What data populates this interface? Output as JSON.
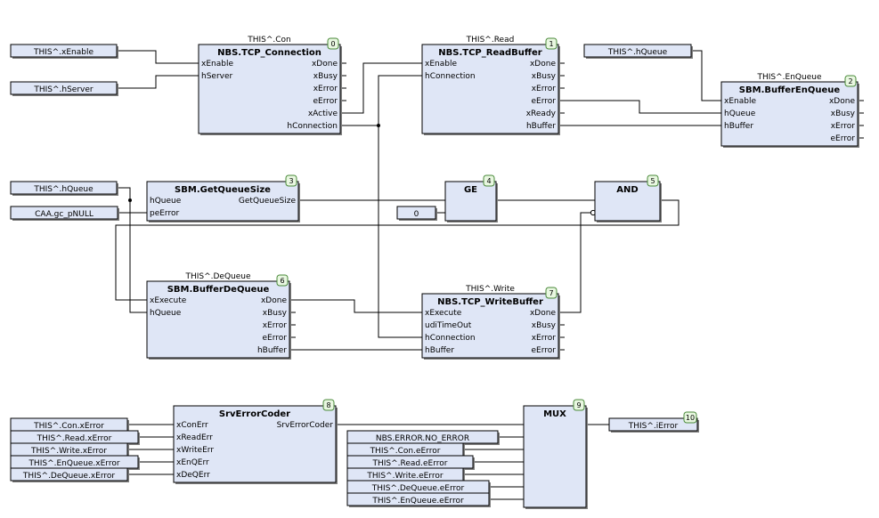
{
  "blocks": {
    "b0": {
      "instance": "THIS^.Con",
      "type": "NBS.TCP_Connection",
      "order": "0",
      "inputs": [
        "xEnable",
        "hServer"
      ],
      "outputs": [
        "xDone",
        "xBusy",
        "xError",
        "eError",
        "xActive",
        "hConnection"
      ]
    },
    "b1": {
      "instance": "THIS^.Read",
      "type": "NBS.TCP_ReadBuffer",
      "order": "1",
      "inputs": [
        "xEnable",
        "hConnection"
      ],
      "outputs": [
        "xDone",
        "xBusy",
        "xError",
        "eError",
        "xReady",
        "hBuffer"
      ]
    },
    "b2": {
      "instance": "THIS^.EnQueue",
      "type": "SBM.BufferEnQueue",
      "order": "2",
      "inputs": [
        "xEnable",
        "hQueue",
        "hBuffer"
      ],
      "outputs": [
        "xDone",
        "xBusy",
        "xError",
        "eError"
      ]
    },
    "b3": {
      "type": "SBM.GetQueueSize",
      "order": "3",
      "inputs": [
        "hQueue",
        "peError"
      ],
      "outputs": [
        "GetQueueSize"
      ]
    },
    "b4": {
      "type": "GE",
      "order": "4"
    },
    "b5": {
      "type": "AND",
      "order": "5"
    },
    "b6": {
      "instance": "THIS^.DeQueue",
      "type": "SBM.BufferDeQueue",
      "order": "6",
      "inputs": [
        "xExecute",
        "hQueue"
      ],
      "outputs": [
        "xDone",
        "xBusy",
        "xError",
        "eError",
        "hBuffer"
      ]
    },
    "b7": {
      "instance": "THIS^.Write",
      "type": "NBS.TCP_WriteBuffer",
      "order": "7",
      "inputs": [
        "xExecute",
        "udiTimeOut",
        "hConnection",
        "hBuffer"
      ],
      "outputs": [
        "xDone",
        "xBusy",
        "xError",
        "eError"
      ]
    },
    "b8": {
      "type": "SrvErrorCoder",
      "order": "8",
      "inputs": [
        "xConErr",
        "xReadErr",
        "xWriteErr",
        "xEnQErr",
        "xDeQErr"
      ],
      "outputs": [
        "SrvErrorCoder"
      ]
    },
    "b9": {
      "type": "MUX",
      "order": "9"
    },
    "b10": {
      "order": "10"
    }
  },
  "vars": {
    "v_xEnable": "THIS^.xEnable",
    "v_hServer": "THIS^.hServer",
    "v_hQueue_top": "THIS^.hQueue",
    "v_hQueue_mid": "THIS^.hQueue",
    "v_pnull": "CAA.gc_pNULL",
    "v_zero": "0",
    "v_con_x": "THIS^.Con.xError",
    "v_read_x": "THIS^.Read.xError",
    "v_write_x": "THIS^.Write.xError",
    "v_enq_x": "THIS^.EnQueue.xError",
    "v_deq_x": "THIS^.DeQueue.xError",
    "v_noerr": "NBS.ERROR.NO_ERROR",
    "v_con_e": "THIS^.Con.eError",
    "v_read_e": "THIS^.Read.eError",
    "v_write_e": "THIS^.Write.eError",
    "v_deq_e": "THIS^.DeQueue.eError",
    "v_enq_e": "THIS^.EnQueue.eError",
    "v_ierror": "THIS^.iError"
  },
  "colors": {
    "block_fill": "#dfe6f6",
    "badge_fill": "#e8f7e0",
    "badge_stroke": "#4a8a3a"
  }
}
